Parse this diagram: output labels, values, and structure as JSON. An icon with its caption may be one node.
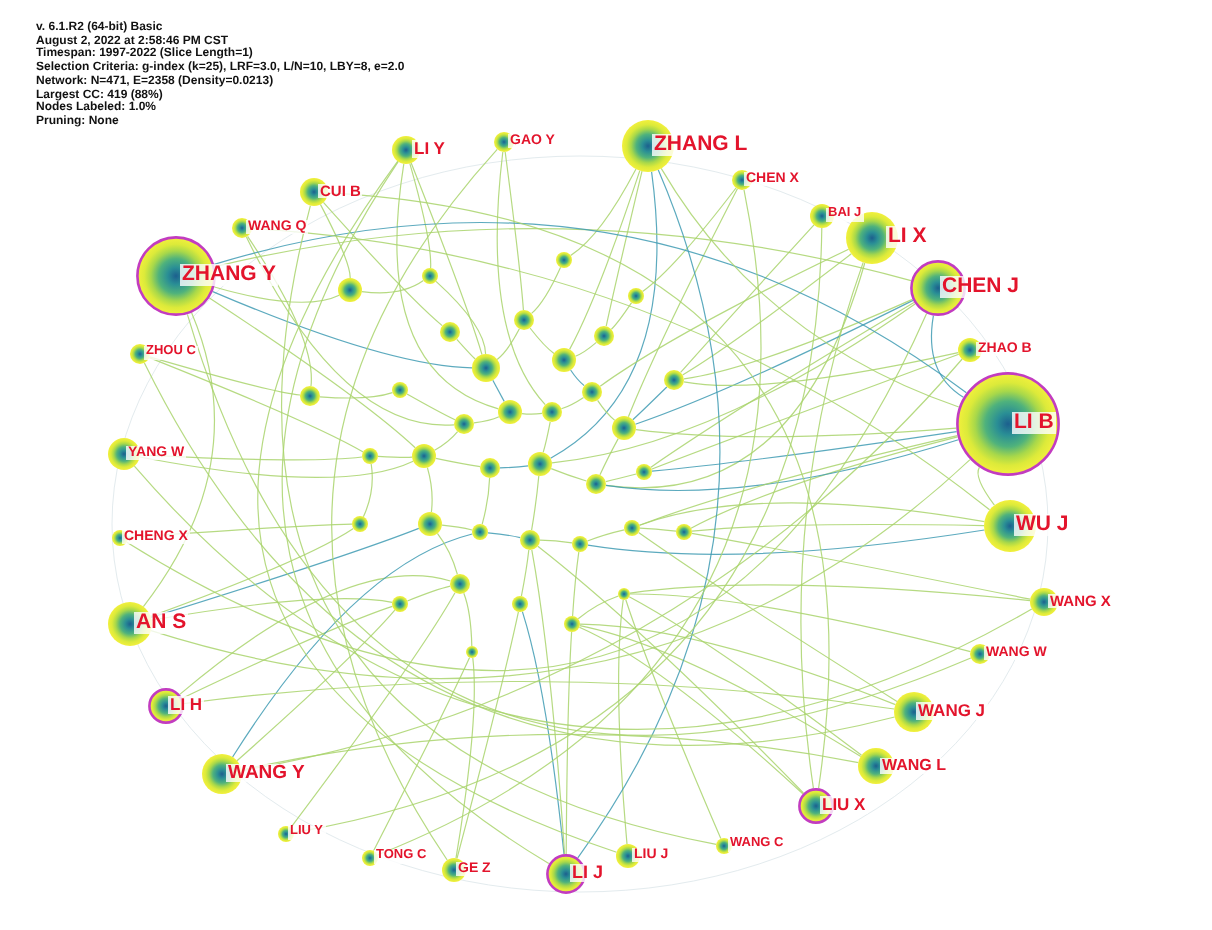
{
  "diagram": {
    "nodes": [
      {
        "text": [
          "ZHANG Y"
        ]
      },
      {
        "text": [
          "CUI B"
        ]
      },
      {
        "text": [
          "WANG Q"
        ]
      },
      {
        "text": [
          "LI Y"
        ]
      },
      {
        "text": [
          "GAO Y"
        ]
      },
      {
        "text": [
          "ZHANG L"
        ]
      },
      {
        "text": [
          "CHEN X"
        ]
      },
      {
        "text": [
          "BAI J"
        ]
      },
      {
        "text": [
          "LI X"
        ]
      },
      {
        "text": [
          "CHEN J"
        ]
      },
      {
        "text": [
          "ZHAO B"
        ]
      },
      {
        "text": [
          "ZHOU C"
        ]
      },
      {
        "text": [
          "LI B"
        ]
      },
      {
        "text": [
          "YANG W"
        ]
      },
      {
        "text": [
          "WU J"
        ]
      },
      {
        "text": [
          "CHENG X"
        ]
      },
      {
        "text": [
          "WANG X"
        ]
      },
      {
        "text": [
          "AN S"
        ]
      },
      {
        "text": [
          "WANG W"
        ]
      },
      {
        "text": [
          "LI H"
        ]
      },
      {
        "text": [
          "WANG J"
        ]
      },
      {
        "text": [
          "WANG Y"
        ]
      },
      {
        "text": [
          "WANG L"
        ]
      },
      {
        "text": [
          "LIU X"
        ]
      },
      {
        "text": [
          "LIU Y"
        ]
      },
      {
        "text": [
          "TONG C"
        ]
      },
      {
        "text": [
          "GE Z"
        ]
      },
      {
        "text": [
          "LI J"
        ]
      },
      {
        "text": [
          "LIU J"
        ]
      },
      {
        "text": [
          "WANG C"
        ]
      },
      {
        "text": [],
        "shape": "circle"
      },
      {
        "text": [],
        "shape": "circle"
      },
      {
        "text": [],
        "shape": "circle"
      },
      {
        "text": [],
        "shape": "circle"
      },
      {
        "text": [],
        "shape": "circle"
      },
      {
        "text": [],
        "shape": "circle"
      },
      {
        "text": [],
        "shape": "circle"
      },
      {
        "text": [],
        "shape": "circle"
      },
      {
        "text": [],
        "shape": "circle"
      },
      {
        "text": [],
        "shape": "circle"
      },
      {
        "text": [],
        "shape": "circle"
      },
      {
        "text": [],
        "shape": "circle"
      },
      {
        "text": [],
        "shape": "circle"
      },
      {
        "text": [],
        "shape": "circle"
      },
      {
        "text": [],
        "shape": "circle"
      },
      {
        "text": [],
        "shape": "circle"
      },
      {
        "text": [],
        "shape": "circle"
      },
      {
        "text": [],
        "shape": "circle"
      },
      {
        "text": [],
        "shape": "circle"
      },
      {
        "text": [],
        "shape": "circle"
      },
      {
        "text": [],
        "shape": "circle"
      },
      {
        "text": [],
        "shape": "circle"
      },
      {
        "text": [],
        "shape": "circle"
      },
      {
        "text": [],
        "shape": "circle"
      },
      {
        "text": [],
        "shape": "circle"
      },
      {
        "text": [],
        "shape": "circle"
      },
      {
        "text": [],
        "shape": "circle"
      },
      {
        "text": [],
        "shape": "circle"
      },
      {
        "text": [],
        "shape": "circle"
      },
      {
        "text": [],
        "shape": "circle"
      },
      {
        "text": [],
        "shape": "circle"
      },
      {
        "text": [],
        "shape": "circle"
      },
      {
        "text": [],
        "shape": "circle"
      },
      {
        "text": [],
        "shape": "circle"
      },
      {
        "text": [],
        "shape": "circle"
      },
      {
        "text": [],
        "shape": "circle"
      }
    ],
    "edges": [
      {
        "from": 0,
        "to": 58,
        "arrow": "none"
      },
      {
        "from": 0,
        "to": 30,
        "arrow": "none",
        "color": "#3f9bb3"
      },
      {
        "from": 0,
        "to": 41,
        "arrow": "none"
      },
      {
        "from": 1,
        "to": 58,
        "arrow": "none"
      },
      {
        "from": 1,
        "to": 31,
        "arrow": "none"
      },
      {
        "from": 2,
        "to": 57,
        "arrow": "none"
      },
      {
        "from": 2,
        "to": 40,
        "arrow": "none"
      },
      {
        "from": 3,
        "to": 59,
        "arrow": "none"
      },
      {
        "from": 3,
        "to": 30,
        "arrow": "none"
      },
      {
        "from": 3,
        "to": 36,
        "arrow": "none"
      },
      {
        "from": 4,
        "to": 32,
        "arrow": "none"
      },
      {
        "from": 4,
        "to": 37,
        "arrow": "none"
      },
      {
        "from": 5,
        "to": 34,
        "arrow": "none"
      },
      {
        "from": 5,
        "to": 33,
        "arrow": "none"
      },
      {
        "from": 5,
        "to": 43,
        "arrow": "none",
        "color": "#3f9bb3"
      },
      {
        "from": 5,
        "to": 60,
        "arrow": "none"
      },
      {
        "from": 6,
        "to": 35,
        "arrow": "none"
      },
      {
        "from": 6,
        "to": 39,
        "arrow": "none"
      },
      {
        "from": 7,
        "to": 61,
        "arrow": "none"
      },
      {
        "from": 8,
        "to": 61,
        "arrow": "none"
      },
      {
        "from": 8,
        "to": 38,
        "arrow": "none"
      },
      {
        "from": 8,
        "to": 44,
        "arrow": "none"
      },
      {
        "from": 9,
        "to": 39,
        "arrow": "none",
        "color": "#3f9bb3"
      },
      {
        "from": 9,
        "to": 61,
        "arrow": "none"
      },
      {
        "from": 9,
        "to": 43,
        "arrow": "none"
      },
      {
        "from": 9,
        "to": 45,
        "arrow": "none"
      },
      {
        "from": 10,
        "to": 61,
        "arrow": "none"
      },
      {
        "from": 10,
        "to": 45,
        "arrow": "none"
      },
      {
        "from": 11,
        "to": 57,
        "arrow": "none"
      },
      {
        "from": 11,
        "to": 47,
        "arrow": "none"
      },
      {
        "from": 12,
        "to": 45,
        "arrow": "none",
        "color": "#3f9bb3"
      },
      {
        "from": 12,
        "to": 62,
        "arrow": "none"
      },
      {
        "from": 12,
        "to": 44,
        "arrow": "none",
        "color": "#3f9bb3"
      },
      {
        "from": 12,
        "to": 39,
        "arrow": "none"
      },
      {
        "from": 12,
        "to": 52,
        "arrow": "none"
      },
      {
        "from": 13,
        "to": 47,
        "arrow": "none"
      },
      {
        "from": 13,
        "to": 41,
        "arrow": "none"
      },
      {
        "from": 14,
        "to": 62,
        "arrow": "none"
      },
      {
        "from": 14,
        "to": 52,
        "arrow": "none"
      },
      {
        "from": 14,
        "to": 51,
        "arrow": "none",
        "color": "#3f9bb3"
      },
      {
        "from": 15,
        "to": 56,
        "arrow": "none"
      },
      {
        "from": 16,
        "to": 62,
        "arrow": "none"
      },
      {
        "from": 16,
        "to": 65,
        "arrow": "none"
      },
      {
        "from": 17,
        "to": 56,
        "arrow": "none"
      },
      {
        "from": 17,
        "to": 48,
        "arrow": "none",
        "color": "#3f9bb3"
      },
      {
        "from": 17,
        "to": 55,
        "arrow": "none"
      },
      {
        "from": 18,
        "to": 65,
        "arrow": "none"
      },
      {
        "from": 19,
        "to": 55,
        "arrow": "none"
      },
      {
        "from": 19,
        "to": 53,
        "arrow": "none"
      },
      {
        "from": 20,
        "to": 63,
        "arrow": "none"
      },
      {
        "from": 20,
        "to": 52,
        "arrow": "none"
      },
      {
        "from": 21,
        "to": 55,
        "arrow": "none"
      },
      {
        "from": 21,
        "to": 49,
        "arrow": "none",
        "color": "#3f9bb3"
      },
      {
        "from": 22,
        "to": 63,
        "arrow": "none"
      },
      {
        "from": 22,
        "to": 65,
        "arrow": "none"
      },
      {
        "from": 23,
        "to": 63,
        "arrow": "none"
      },
      {
        "from": 23,
        "to": 50,
        "arrow": "none"
      },
      {
        "from": 24,
        "to": 53,
        "arrow": "none"
      },
      {
        "from": 25,
        "to": 64,
        "arrow": "none"
      },
      {
        "from": 26,
        "to": 64,
        "arrow": "none"
      },
      {
        "from": 26,
        "to": 54,
        "arrow": "none"
      },
      {
        "from": 27,
        "to": 54,
        "arrow": "none",
        "color": "#3f9bb3"
      },
      {
        "from": 27,
        "to": 63,
        "arrow": "none"
      },
      {
        "from": 27,
        "to": 50,
        "arrow": "none"
      },
      {
        "from": 28,
        "to": 65,
        "arrow": "none"
      },
      {
        "from": 29,
        "to": 65,
        "arrow": "none"
      },
      {
        "from": 0,
        "to": 9,
        "arrow": "none"
      },
      {
        "from": 0,
        "to": 12,
        "arrow": "none",
        "color": "#3f9bb3"
      },
      {
        "from": 0,
        "to": 17,
        "arrow": "none"
      },
      {
        "from": 5,
        "to": 12,
        "arrow": "none"
      },
      {
        "from": 9,
        "to": 12,
        "arrow": "none",
        "color": "#3f9bb3"
      },
      {
        "from": 12,
        "to": 14,
        "arrow": "none"
      },
      {
        "from": 3,
        "to": 27,
        "arrow": "none"
      },
      {
        "from": 5,
        "to": 27,
        "arrow": "none",
        "color": "#3f9bb3"
      },
      {
        "from": 17,
        "to": 12,
        "arrow": "none"
      },
      {
        "from": 19,
        "to": 20,
        "arrow": "none"
      },
      {
        "from": 21,
        "to": 22,
        "arrow": "none"
      },
      {
        "from": 8,
        "to": 23,
        "arrow": "none"
      },
      {
        "from": 2,
        "to": 14,
        "arrow": "none"
      },
      {
        "from": 13,
        "to": 16,
        "arrow": "none"
      },
      {
        "from": 11,
        "to": 20,
        "arrow": "none"
      },
      {
        "from": 1,
        "to": 23,
        "arrow": "none"
      },
      {
        "from": 4,
        "to": 26,
        "arrow": "none"
      },
      {
        "from": 6,
        "to": 25,
        "arrow": "none"
      },
      {
        "from": 7,
        "to": 24,
        "arrow": "none"
      },
      {
        "from": 10,
        "to": 21,
        "arrow": "none"
      },
      {
        "from": 18,
        "to": 0,
        "arrow": "none"
      },
      {
        "from": 15,
        "to": 9,
        "arrow": "none"
      },
      {
        "from": 28,
        "to": 3,
        "arrow": "none"
      },
      {
        "from": 29,
        "to": 1,
        "arrow": "none"
      },
      {
        "from": 30,
        "to": 36,
        "arrow": "none",
        "color": "#3f9bb3"
      },
      {
        "from": 30,
        "to": 31,
        "arrow": "none"
      },
      {
        "from": 30,
        "to": 32,
        "arrow": "none"
      },
      {
        "from": 32,
        "to": 33,
        "arrow": "none"
      },
      {
        "from": 33,
        "to": 34,
        "arrow": "none"
      },
      {
        "from": 33,
        "to": 38,
        "arrow": "none",
        "color": "#3f9bb3"
      },
      {
        "from": 36,
        "to": 37,
        "arrow": "none"
      },
      {
        "from": 37,
        "to": 38,
        "arrow": "none"
      },
      {
        "from": 38,
        "to": 39,
        "arrow": "none"
      },
      {
        "from": 36,
        "to": 40,
        "arrow": "none"
      },
      {
        "from": 40,
        "to": 41,
        "arrow": "none"
      },
      {
        "from": 41,
        "to": 42,
        "arrow": "none"
      },
      {
        "from": 42,
        "to": 43,
        "arrow": "none",
        "color": "#3f9bb3"
      },
      {
        "from": 43,
        "to": 44,
        "arrow": "none"
      },
      {
        "from": 44,
        "to": 45,
        "arrow": "none"
      },
      {
        "from": 43,
        "to": 37,
        "arrow": "none"
      },
      {
        "from": 42,
        "to": 49,
        "arrow": "none"
      },
      {
        "from": 48,
        "to": 49,
        "arrow": "none"
      },
      {
        "from": 49,
        "to": 50,
        "arrow": "none",
        "color": "#3f9bb3"
      },
      {
        "from": 50,
        "to": 51,
        "arrow": "none"
      },
      {
        "from": 51,
        "to": 52,
        "arrow": "none"
      },
      {
        "from": 50,
        "to": 43,
        "arrow": "none"
      },
      {
        "from": 48,
        "to": 41,
        "arrow": "none"
      },
      {
        "from": 53,
        "to": 48,
        "arrow": "none"
      },
      {
        "from": 54,
        "to": 50,
        "arrow": "none"
      },
      {
        "from": 55,
        "to": 53,
        "arrow": "none"
      },
      {
        "from": 56,
        "to": 47,
        "arrow": "none"
      },
      {
        "from": 57,
        "to": 46,
        "arrow": "none"
      },
      {
        "from": 46,
        "to": 40,
        "arrow": "none"
      },
      {
        "from": 58,
        "to": 59,
        "arrow": "none"
      },
      {
        "from": 59,
        "to": 30,
        "arrow": "none"
      },
      {
        "from": 60,
        "to": 32,
        "arrow": "none"
      },
      {
        "from": 61,
        "to": 39,
        "arrow": "none",
        "color": "#3f9bb3"
      },
      {
        "from": 62,
        "to": 52,
        "arrow": "none"
      },
      {
        "from": 63,
        "to": 51,
        "arrow": "none"
      },
      {
        "from": 64,
        "to": 53,
        "arrow": "none"
      },
      {
        "from": 65,
        "to": 63,
        "arrow": "none"
      },
      {
        "from": 39,
        "to": 44,
        "arrow": "none"
      },
      {
        "from": 47,
        "to": 41,
        "arrow": "none"
      },
      {
        "from": 35,
        "to": 34,
        "arrow": "none"
      }
    ],
    "labels": [
      "v. 6.1.R2 (64-bit) Basic",
      "August 2, 2022 at 2:58:46 PM CST",
      "Timespan: 1997-2022 (Slice Length=1)",
      "Selection Criteria: g-index (k=25), LRF=3.0, L/N=10, LBY=8, e=2.0",
      "Network: N=471, E=2358 (Density=0.0213)",
      "Largest CC: 419 (88%)",
      "Nodes Labeled: 1.0%",
      "Pruning: None"
    ]
  }
}
